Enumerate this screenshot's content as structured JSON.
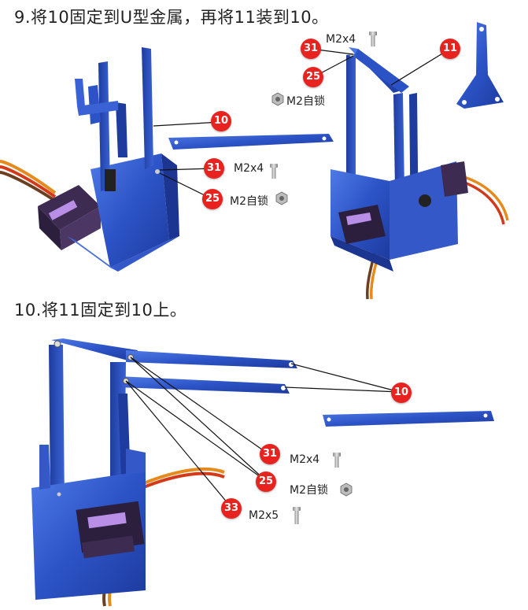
{
  "step9": {
    "title": "9.将10固定到U型金属，再将11装到10。",
    "left_callouts": [
      {
        "id": "10"
      },
      {
        "id": "31",
        "part": "M2x4"
      },
      {
        "id": "25",
        "part": "M2自锁"
      }
    ],
    "right_callouts": [
      {
        "id": "31",
        "part": "M2x4"
      },
      {
        "id": "25",
        "part": "M2自锁"
      },
      {
        "id": "11"
      }
    ]
  },
  "step10": {
    "title": "10.将11固定到10上。",
    "callouts": [
      {
        "id": "10"
      },
      {
        "id": "31",
        "part": "M2x4"
      },
      {
        "id": "25",
        "part": "M2自锁"
      },
      {
        "id": "33",
        "part": "M2x5"
      }
    ]
  },
  "colors": {
    "metal_blue": "#2f56c9",
    "callout_red": "#e8231f"
  }
}
